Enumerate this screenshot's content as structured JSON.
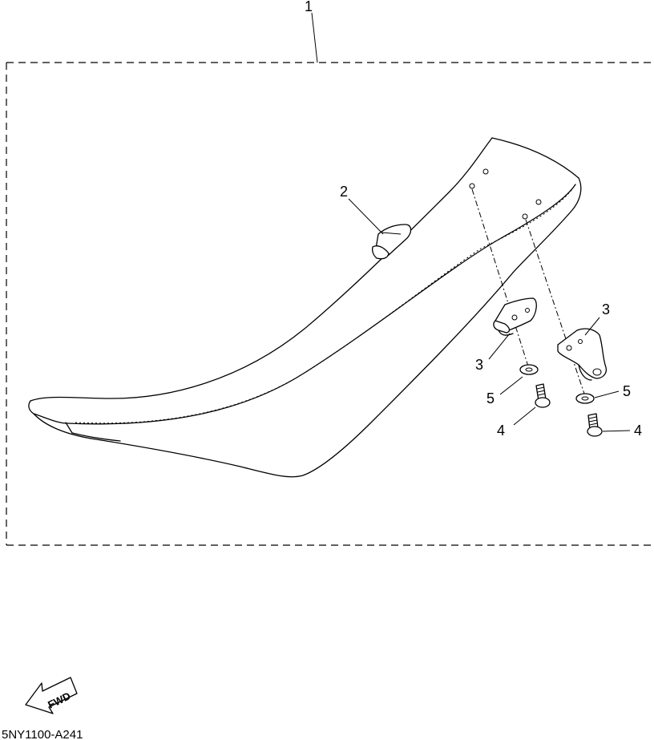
{
  "diagram": {
    "assembly_callout": "1",
    "callouts": {
      "strap": "2",
      "bracket_left": "3",
      "bracket_right": "3",
      "washer_left": "5",
      "washer_right": "5",
      "bolt_left": "4",
      "bolt_right": "4"
    },
    "fwd_label": "FWD",
    "drawing_code": "5NY1100-A241"
  }
}
